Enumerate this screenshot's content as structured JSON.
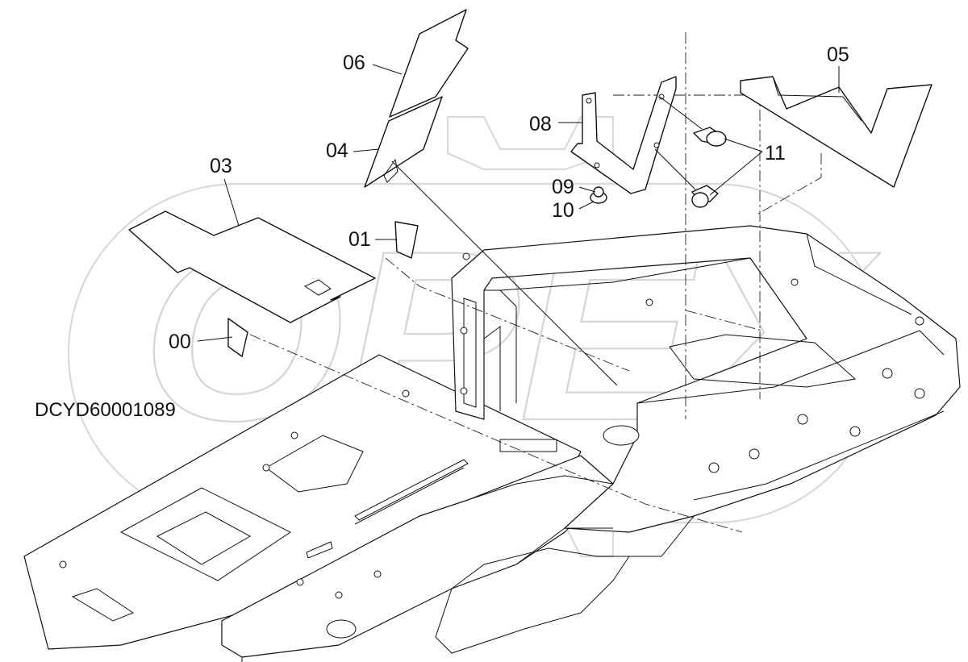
{
  "diagram_code": "DCYD60001089",
  "watermark_text": "OPEX",
  "callouts": {
    "c00": "00",
    "c01": "01",
    "c03": "03",
    "c04": "04",
    "c05": "05",
    "c06": "06",
    "c08": "08",
    "c09": "09",
    "c10": "10",
    "c11": "11"
  },
  "colors": {
    "line": "#111111",
    "watermark": "#d6d6d6",
    "background": "#ffffff"
  }
}
